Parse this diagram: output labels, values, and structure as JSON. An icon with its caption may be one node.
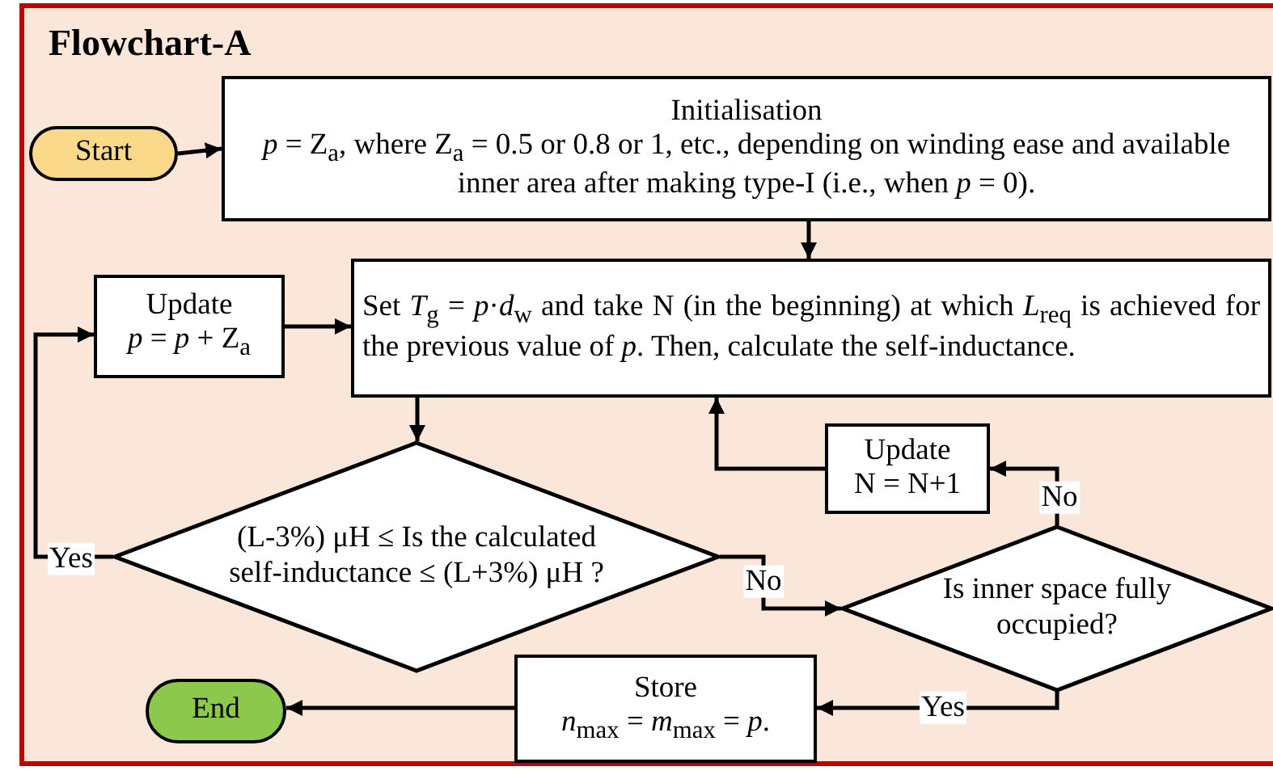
{
  "diagram": {
    "title": "Flowchart-A",
    "nodes": [
      {
        "text": [
          "Start"
        ]
      },
      {
        "text": [
          "Initialisation",
          "*p* = Z$_{a}$, where Z$_{a}$ = 0.5 or 0.8 or 1, etc., depending on winding ease and available inner area after making type-I (i.e., when *p* = 0)."
        ]
      },
      {
        "text": [
          "Update",
          "*p* = *p* + Z$_{a}$"
        ]
      },
      {
        "text": [
          "Set *T*$_{g}$ = *p*·*d*$_{w}$ and take N (in the beginning) at which *L*$_{req}$ is achieved for the previous value of *p*. Then, calculate the self-inductance."
        ]
      },
      {
        "text": [
          "Update",
          "N = N+1"
        ]
      },
      {
        "text": [
          "(L-3%) μH ≤ Is the calculated self-inductance ≤ (L+3%) μH ?"
        ]
      },
      {
        "text": [
          "Is inner space fully occupied?"
        ]
      },
      {
        "text": [
          "End"
        ]
      },
      {
        "text": [
          "Store",
          "*n*$_{max}$ = *m*$_{max}$ = *p*."
        ]
      }
    ],
    "edges": [
      {
        "from": 0,
        "to": 1,
        "arrow": "to"
      },
      {
        "from": 1,
        "to": 3,
        "arrow": "to"
      },
      {
        "from": 2,
        "to": 3,
        "arrow": "to"
      },
      {
        "from": 3,
        "to": 5,
        "arrow": "to"
      },
      {
        "from": 5,
        "to": 2,
        "arrow": "to",
        "label": "Yes"
      },
      {
        "from": 5,
        "to": 6,
        "arrow": "to",
        "label": "No"
      },
      {
        "from": 6,
        "to": 4,
        "arrow": "to",
        "label": "No"
      },
      {
        "from": 4,
        "to": 3,
        "arrow": "to"
      },
      {
        "from": 6,
        "to": 8,
        "arrow": "to",
        "label": "Yes"
      },
      {
        "from": 8,
        "to": 7,
        "arrow": "to"
      }
    ]
  }
}
